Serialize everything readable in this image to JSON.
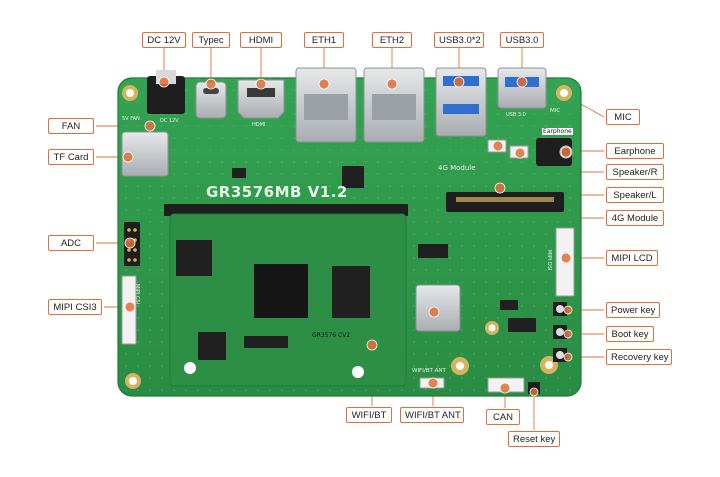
{
  "board": {
    "title": "GR3576MB V1.2",
    "module_mark": "GR3576 CV2",
    "module_4g": "4G Module",
    "mic": "MIC",
    "earphone": "Earphone",
    "dc": "DC 12V",
    "hdmi": "HDMI",
    "usb3": "USB 3.0",
    "mipi_csi": "MIPI CSI",
    "mipi_dsi": "MIPI DSI",
    "wifi_ant": "WIFI/BT ANT",
    "fan": "5V FAN"
  },
  "labels": {
    "dc12v": "DC 12V",
    "typec": "Typec",
    "hdmi": "HDMI",
    "eth1": "ETH1",
    "eth2": "ETH2",
    "usb30x2": "USB3.0*2",
    "usb30": "USB3.0",
    "fan": "FAN",
    "tfcard": "TF Card",
    "adc": "ADC",
    "mipicsi3": "MIPI CSI3",
    "mic": "MIC",
    "earphone": "Earphone",
    "speakerr": "Speaker/R",
    "speakerl": "Speaker/L",
    "module4g": "4G Module",
    "mipilcd": "MIPI LCD",
    "powerkey": "Power key",
    "bootkey": "Boot key",
    "recoverykey": "Recovery key",
    "wifibt": "WIFI/BT",
    "wifibtant": "WIFI/BT ANT",
    "can": "CAN",
    "resetkey": "Reset key"
  },
  "colors": {
    "pcb": "#2f9a4c",
    "accent": "#e0703a",
    "chip": "#202020",
    "metal": "#c9cdd0"
  }
}
